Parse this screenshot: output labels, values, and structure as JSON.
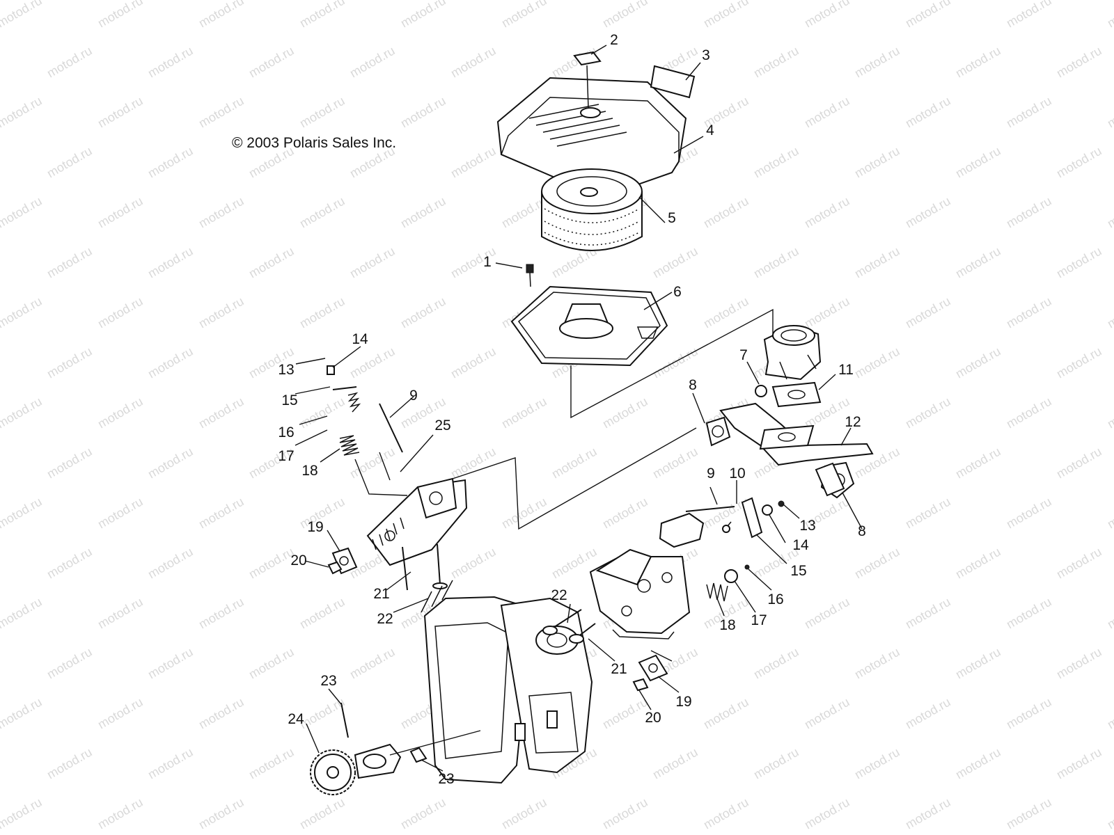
{
  "copyright": "© 2003 Polaris Sales Inc.",
  "watermark": "motod.ru",
  "callouts": [
    "1",
    "2",
    "3",
    "4",
    "5",
    "6",
    "7",
    "8",
    "8",
    "9",
    "9",
    "10",
    "11",
    "12",
    "13",
    "13",
    "14",
    "14",
    "15",
    "15",
    "16",
    "16",
    "17",
    "17",
    "18",
    "18",
    "19",
    "19",
    "20",
    "20",
    "21",
    "21",
    "22",
    "22",
    "23",
    "23",
    "24",
    "25"
  ],
  "colors": {
    "line": "#111111",
    "watermark": "#d9d9d9",
    "background": "#ffffff"
  }
}
